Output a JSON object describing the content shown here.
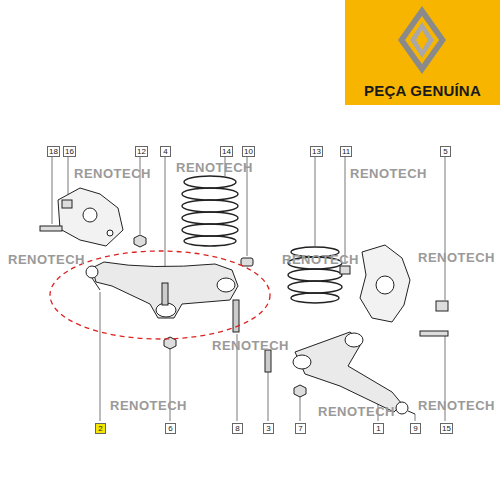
{
  "diagram": {
    "nodes": [
      {
        "text": [
          "PEÇA GENUÍNA"
        ]
      }
    ],
    "labels": [
      "18",
      "16",
      "12",
      "4",
      "14",
      "10",
      "13",
      "11",
      "5",
      "2",
      "6",
      "8",
      "3",
      "7",
      "1",
      "9",
      "15",
      "RENOTECH",
      "RENOTECH",
      "RENOTECH",
      "RENOTECH",
      "RENOTECH",
      "RENOTECH",
      "RENOTECH",
      "RENOTECH",
      "RENOTECH",
      "RENOTECH"
    ]
  }
}
